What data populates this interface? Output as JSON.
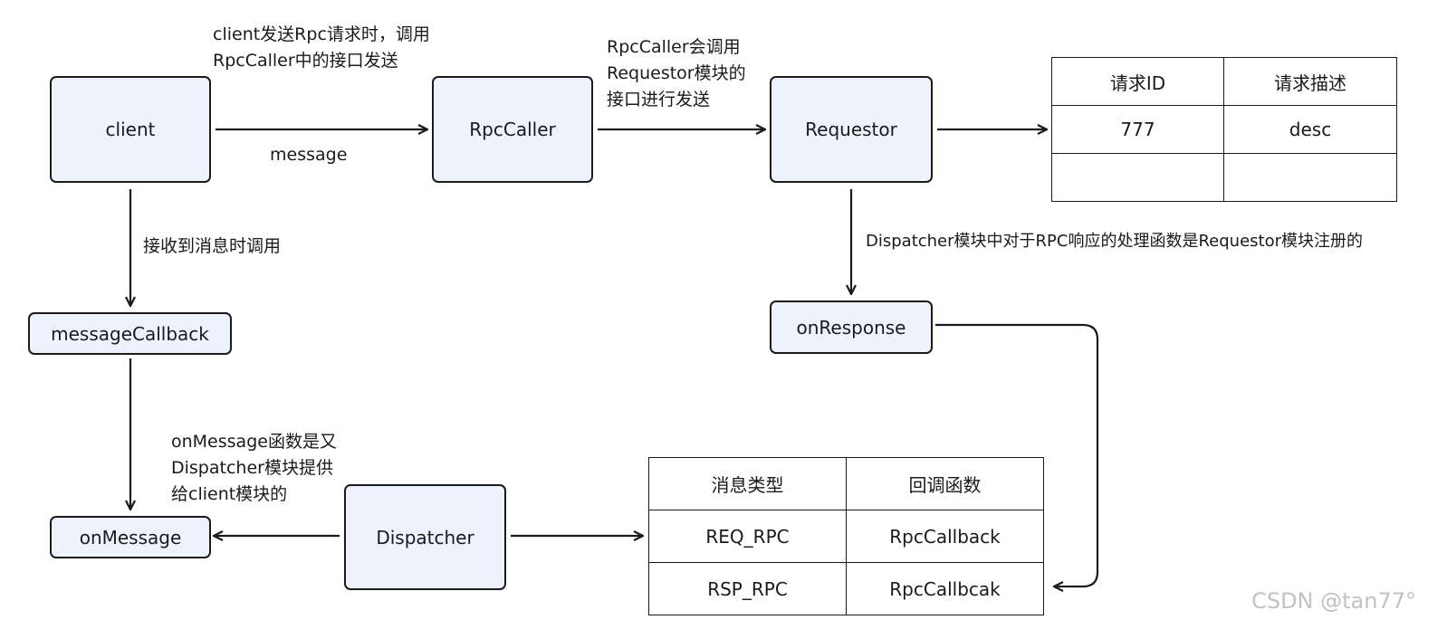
{
  "nodes": {
    "client": "client",
    "rpc_caller": "RpcCaller",
    "requestor": "Requestor",
    "message_callback": "messageCallback",
    "on_response": "onResponse",
    "on_message": "onMessage",
    "dispatcher": "Dispatcher"
  },
  "labels": {
    "client_send_line1": "client发送Rpc请求时，调用",
    "client_send_line2": "RpcCaller中的接口发送",
    "message": "message",
    "rpc_caller_line1": "RpcCaller会调用",
    "rpc_caller_line2": "Requestor模块的",
    "rpc_caller_line3": "接口进行发送",
    "receive_callback": "接收到消息时调用",
    "dispatcher_note": "Dispatcher模块中对于RPC响应的处理函数是Requestor模块注册的",
    "on_message_line1": "onMessage函数是又",
    "on_message_line2": "Dispatcher模块提供",
    "on_message_line3": "给client模块的"
  },
  "request_table": {
    "headers": [
      "请求ID",
      "请求描述"
    ],
    "rows": [
      [
        "777",
        "desc"
      ],
      [
        "",
        ""
      ]
    ]
  },
  "message_table": {
    "headers": [
      "消息类型",
      "回调函数"
    ],
    "rows": [
      [
        "REQ_RPC",
        "RpcCallback"
      ],
      [
        "RSP_RPC",
        "RpcCallbcak"
      ]
    ]
  },
  "watermark": "CSDN @tan77°",
  "colors": {
    "node_fill": "#eef2fc",
    "stroke": "#1a1a1a"
  }
}
